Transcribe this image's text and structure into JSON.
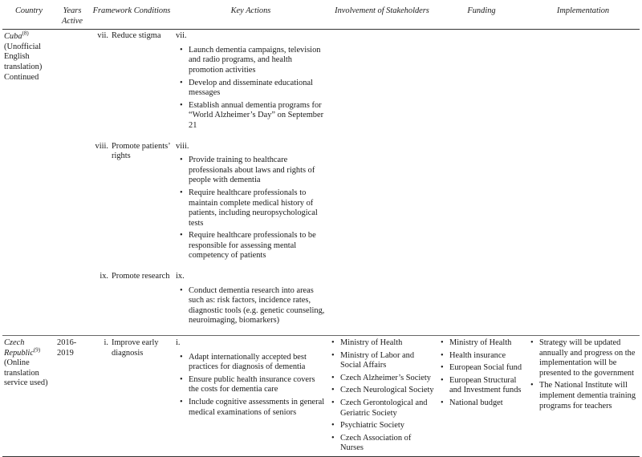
{
  "headers": {
    "country": "Country",
    "years": "Years Active",
    "framework": "Framework Conditions",
    "key_actions": "Key Actions",
    "stakeholders": "Involvement of Stakeholders",
    "funding": "Funding",
    "implementation": "Implementation"
  },
  "cuba": {
    "name": "Cuba",
    "ref": "(8)",
    "note": "(Unofficial English translation) Continued",
    "blocks": [
      {
        "num": "vii.",
        "condition": "Reduce stigma",
        "roman": "vii.",
        "actions": [
          "Launch dementia campaigns, television and radio programs, and health promotion activities",
          "Develop and disseminate educational messages",
          "Establish annual dementia programs for “World Alzheimer’s Day” on September 21"
        ]
      },
      {
        "num": "viii.",
        "condition": "Promote patients’ rights",
        "roman": "viii.",
        "actions": [
          "Provide training to healthcare professionals about laws and rights of people with dementia",
          "Require healthcare professionals to maintain complete medical history of patients, including neuropsychological tests",
          "Require healthcare professionals to be responsible for assessing mental competency of patients"
        ]
      },
      {
        "num": "ix.",
        "condition": "Promote research",
        "roman": "ix.",
        "actions": [
          "Conduct dementia research into areas such as: risk factors, incidence rates, diagnostic tools (e.g. genetic counseling, neuroimaging, biomarkers)"
        ]
      }
    ]
  },
  "czech": {
    "name": "Czech Republic",
    "ref": "(9)",
    "note": "(Online translation service used)",
    "years": "2016-2019",
    "num": "i.",
    "condition": "Improve early diagnosis",
    "roman": "i.",
    "actions": [
      "Adapt internationally accepted best practices for diagnosis of dementia",
      "Ensure public health insurance covers the costs for dementia care",
      "Include cognitive assessments in general medical examinations of seniors"
    ],
    "stakeholders": [
      "Ministry of Health",
      "Ministry of Labor and Social Affairs",
      "Czech Alzheimer’s Society",
      "Czech Neurological Society",
      "Czech Gerontological and Geriatric Society",
      "Psychiatric Society",
      "Czech Association of Nurses"
    ],
    "funding": [
      "Ministry of Health",
      "Health insurance",
      "European Social fund",
      "European Structural and Investment funds",
      "National budget"
    ],
    "implementation": [
      "Strategy will be updated annually and progress on the implementation will be presented to the government",
      "The National Institute will implement dementia training programs for teachers"
    ]
  }
}
